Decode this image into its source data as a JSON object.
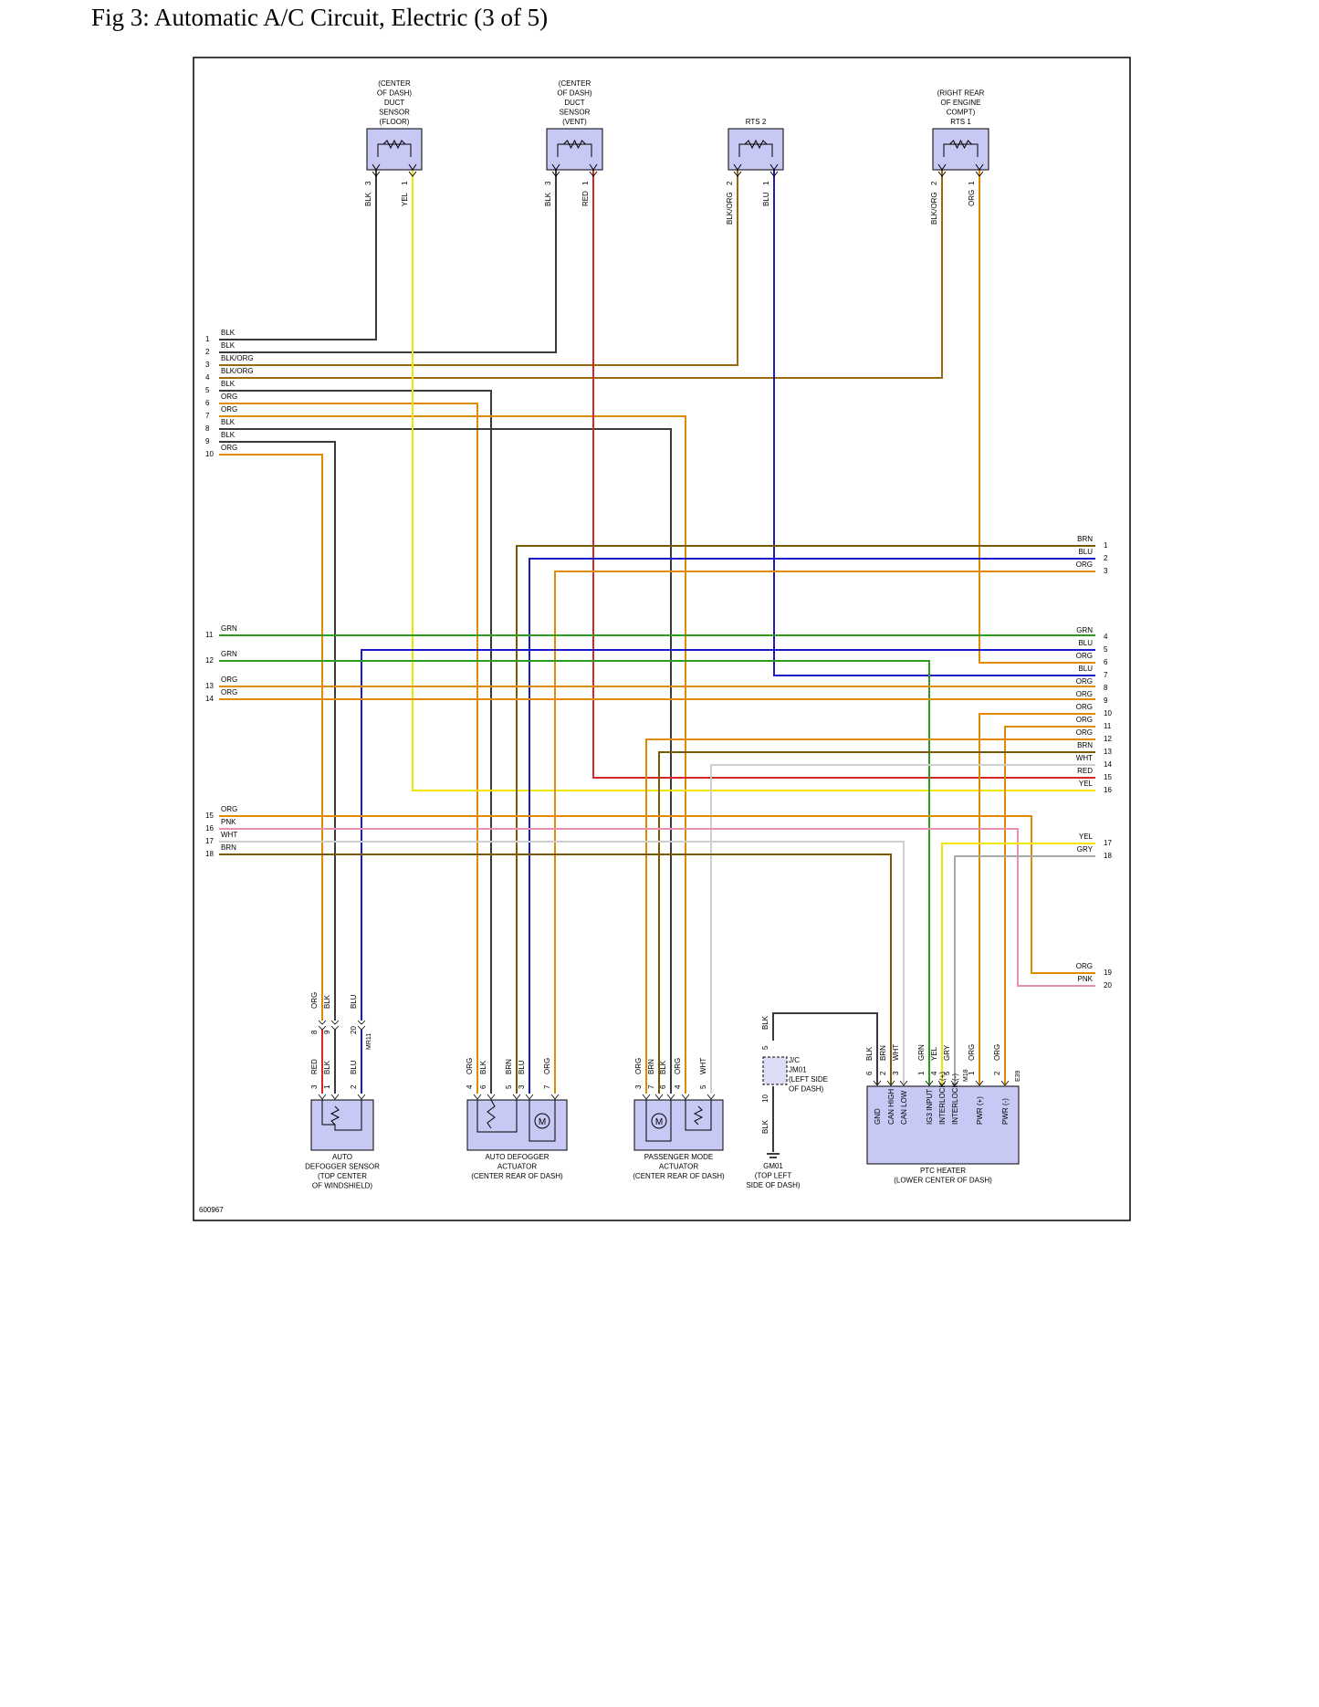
{
  "title": "Fig 3: Automatic A/C Circuit, Electric (3 of 5)",
  "figure_id": "600967",
  "colors": {
    "BLK": "#3a3a3a",
    "YEL": "#f2e600",
    "RED": "#d62828",
    "ORG": "#e08a00",
    "BLU": "#1a1ac8",
    "GRN": "#2e9a1e",
    "BRN": "#7a5a00",
    "WHT": "#cfcfcf",
    "PNK": "#e890b0",
    "GRY": "#a8a8a8",
    "BLK/ORG": "#9a6a10",
    "RED_PTC": "#ff0000",
    "component_fill": "#c8c8f5"
  },
  "top_components": [
    {
      "id": "floor",
      "label": [
        "(CENTER",
        "OF DASH)",
        "DUCT",
        "SENSOR",
        "(FLOOR)"
      ],
      "pins": [
        {
          "num": "3",
          "wire": "BLK"
        },
        {
          "num": "1",
          "wire": "YEL"
        }
      ]
    },
    {
      "id": "vent",
      "label": [
        "(CENTER",
        "OF DASH)",
        "DUCT",
        "SENSOR",
        "(VENT)"
      ],
      "pins": [
        {
          "num": "3",
          "wire": "BLK"
        },
        {
          "num": "1",
          "wire": "RED"
        }
      ]
    },
    {
      "id": "rts2",
      "label": [
        "RTS 2"
      ],
      "pins": [
        {
          "num": "2",
          "wire": "BLK/ORG"
        },
        {
          "num": "1",
          "wire": "BLU"
        }
      ]
    },
    {
      "id": "rts1",
      "label": [
        "(RIGHT REAR",
        "OF ENGINE",
        "COMPT)",
        "RTS 1"
      ],
      "pins": [
        {
          "num": "2",
          "wire": "BLK/ORG"
        },
        {
          "num": "1",
          "wire": "ORG"
        }
      ]
    }
  ],
  "left_connector": [
    {
      "num": "1",
      "wires": [
        "BLK",
        "BLK"
      ]
    },
    {
      "num": "2",
      "wires": [
        "BLK/ORG"
      ]
    },
    {
      "num": "3",
      "wires": [
        "BLK/ORG"
      ]
    },
    {
      "num": "4",
      "wires": [
        "BLK"
      ]
    },
    {
      "num": "5",
      "wires": [
        "ORG"
      ]
    },
    {
      "num": "6",
      "wires": [
        "ORG"
      ]
    },
    {
      "num": "7",
      "wires": [
        "BLK"
      ]
    },
    {
      "num": "8",
      "wires": [
        "BLK"
      ]
    },
    {
      "num": "9",
      "wires": [
        "ORG"
      ]
    },
    {
      "num": "10",
      "wires": []
    },
    {
      "num": "11",
      "wires": [
        "GRN"
      ]
    },
    {
      "num": "12",
      "wires": [
        "GRN"
      ]
    },
    {
      "num": "13",
      "wires": [
        "ORG"
      ]
    },
    {
      "num": "14",
      "wires": [
        "ORG"
      ]
    },
    {
      "num": "15",
      "wires": [
        "ORG"
      ]
    },
    {
      "num": "16",
      "wires": [
        "PNK"
      ]
    },
    {
      "num": "17",
      "wires": [
        "WHT"
      ]
    },
    {
      "num": "18",
      "wires": [
        "BRN"
      ]
    }
  ],
  "right_connector": [
    {
      "num": "1",
      "wire": "BRN"
    },
    {
      "num": "2",
      "wire": "BLU"
    },
    {
      "num": "3",
      "wire": "ORG"
    },
    {
      "num": "4",
      "wire": "GRN"
    },
    {
      "num": "5",
      "wire": "BLU"
    },
    {
      "num": "6",
      "wire": "ORG"
    },
    {
      "num": "7",
      "wire": "BLU"
    },
    {
      "num": "8",
      "wire": "ORG"
    },
    {
      "num": "9",
      "wire": "ORG"
    },
    {
      "num": "10",
      "wire": "ORG"
    },
    {
      "num": "11",
      "wire": "ORG"
    },
    {
      "num": "12",
      "wire": "ORG"
    },
    {
      "num": "13",
      "wire": "BRN"
    },
    {
      "num": "14",
      "wire": "WHT"
    },
    {
      "num": "15",
      "wire": "RED"
    },
    {
      "num": "16",
      "wire": "YEL"
    },
    {
      "num": "17",
      "wire": "YEL"
    },
    {
      "num": "18",
      "wire": "GRY"
    },
    {
      "num": "19",
      "wire": "ORG"
    },
    {
      "num": "20",
      "wire": "PNK"
    }
  ],
  "inline_connector": {
    "id": "MR11",
    "pins": [
      {
        "num": "8",
        "wire": "ORG"
      },
      {
        "num": "9",
        "wire": "BLK"
      },
      {
        "num": "20",
        "wire": "BLU"
      }
    ]
  },
  "bottom_components": [
    {
      "id": "defog_sensor",
      "label": [
        "AUTO",
        "DEFOGGER SENSOR",
        "(TOP CENTER",
        "OF WINDSHIELD)"
      ],
      "pins": [
        {
          "num": "3",
          "wire": "RED"
        },
        {
          "num": "1",
          "wire": "BLK"
        },
        {
          "num": "2",
          "wire": "BLU"
        }
      ]
    },
    {
      "id": "defog_actuator",
      "label": [
        "AUTO DEFOGGER",
        "ACTUATOR",
        "(CENTER REAR OF DASH)"
      ],
      "pins": [
        {
          "num": "4",
          "wire": "ORG"
        },
        {
          "num": "6",
          "wire": "BLK"
        },
        {
          "num": "5",
          "wire": "BRN"
        },
        {
          "num": "3",
          "wire": "BLU"
        },
        {
          "num": "7",
          "wire": "ORG"
        }
      ]
    },
    {
      "id": "pass_mode",
      "label": [
        "PASSENGER MODE",
        "ACTUATOR",
        "(CENTER REAR OF DASH)"
      ],
      "pins": [
        {
          "num": "3",
          "wire": "ORG"
        },
        {
          "num": "7",
          "wire": "BRN"
        },
        {
          "num": "6",
          "wire": "BLK"
        },
        {
          "num": "4",
          "wire": "ORG"
        },
        {
          "num": "5",
          "wire": "WHT"
        }
      ]
    },
    {
      "id": "ptc",
      "label": [
        "PTC HEATER",
        "(LOWER CENTER OF DASH)"
      ],
      "pins": [
        {
          "num": "6",
          "wire": "BLK",
          "func": "GND"
        },
        {
          "num": "2",
          "wire": "BRN",
          "func": "CAN HIGH"
        },
        {
          "num": "3",
          "wire": "WHT",
          "func": "CAN LOW"
        },
        {
          "num": "1",
          "wire": "GRN",
          "func": "IG3 INPUT"
        },
        {
          "num": "4",
          "wire": "YEL",
          "func": "INTERLOCK (+)"
        },
        {
          "num": "5",
          "wire": "GRY",
          "func": "INTERLOCK (-)"
        },
        {
          "num": "1",
          "wire": "ORG",
          "func": "PWR (+)"
        },
        {
          "num": "2",
          "wire": "ORG",
          "func": "PWR (-)"
        }
      ],
      "connectors": [
        "M18",
        "E39"
      ]
    }
  ],
  "junction": {
    "label": [
      "J/C",
      "JM01",
      "(LEFT SIDE",
      "OF DASH)"
    ],
    "pin_top": "5",
    "pin_bottom": "10",
    "wire_top": "BLK",
    "wire_bottom": "BLK"
  },
  "ground": {
    "label": [
      "GM01",
      "(TOP LEFT",
      "SIDE OF DASH)"
    ]
  },
  "sensor_glyphs": [
    "floor-sensor-thermistor-icon",
    "vent-sensor-thermistor-icon",
    "rts2-thermistor-icon",
    "rts1-thermistor-icon",
    "motor-icon",
    "potentiometer-icon",
    "ground-symbol-icon"
  ]
}
